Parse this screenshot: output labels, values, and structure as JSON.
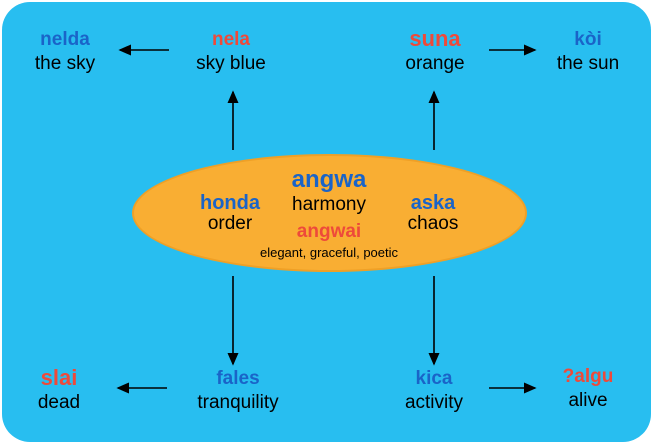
{
  "colors": {
    "bg": "#28BEF0",
    "blue": "#1A64C8",
    "red": "#EE4A3A",
    "ellipse": "#F9AE33",
    "ellipse-border": "#EFA026",
    "ink": "#000000"
  },
  "center": {
    "title_word": "angwa",
    "title_gloss": "harmony",
    "left_word": "honda",
    "left_gloss": "order",
    "right_word": "aska",
    "right_gloss": "chaos",
    "alt_word": "angwai",
    "alt_gloss": "elegant, graceful, poetic"
  },
  "nodes": {
    "top_left_outer": {
      "word": "nelda",
      "gloss": "the sky"
    },
    "top_left_inner": {
      "word": "nela",
      "gloss": "sky blue"
    },
    "top_right_inner": {
      "word": "suna",
      "gloss": "orange"
    },
    "top_right_outer": {
      "word": "kòi",
      "gloss": "the sun"
    },
    "bottom_left_outer": {
      "word": "slai",
      "gloss": "dead"
    },
    "bottom_left_inner": {
      "word": "fales",
      "gloss": "tranquility"
    },
    "bottom_right_inner": {
      "word": "kica",
      "gloss": "activity"
    },
    "bottom_right_outer": {
      "word": "?algu",
      "gloss": "alive"
    }
  }
}
